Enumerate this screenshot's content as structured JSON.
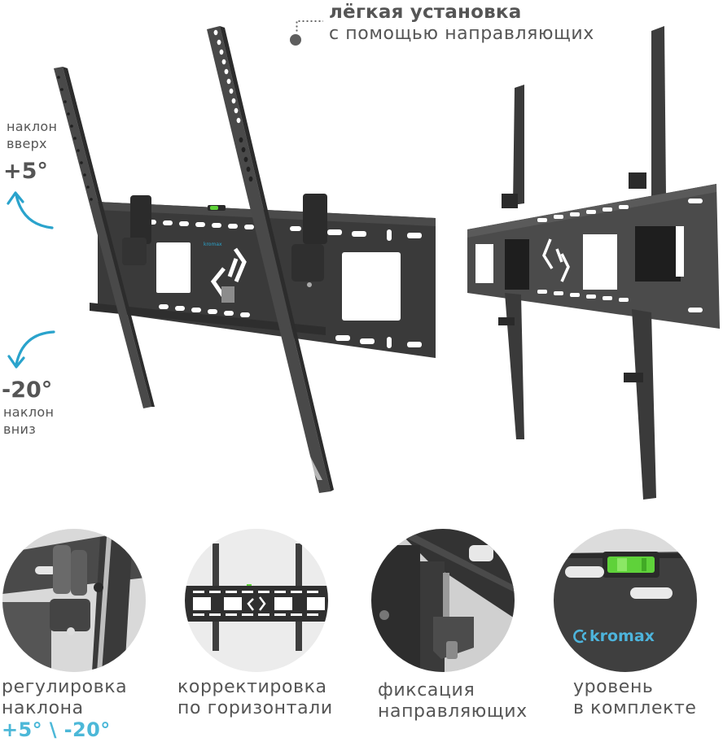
{
  "callout": {
    "title": "лёгкая установка",
    "subtitle": "с помощью направляющих"
  },
  "tilt_up": {
    "label_line1": "наклон",
    "label_line2": "вверх",
    "value": "+5°",
    "arrow_icon": "curved-arrow-up-icon"
  },
  "tilt_down": {
    "value": "-20°",
    "label_line1": "наклон",
    "label_line2": "вниз",
    "arrow_icon": "curved-arrow-down-icon"
  },
  "features": [
    {
      "line1": "регулировка",
      "line2": "наклона",
      "accent": "+5° \\ -20°"
    },
    {
      "line1": "корректировка",
      "line2": "по горизонтали"
    },
    {
      "line1": "фиксация",
      "line2": "направляющих"
    },
    {
      "line1": "уровень",
      "line2": "в комплекте"
    }
  ],
  "brand": {
    "name": "kromax"
  },
  "colors": {
    "accent": "#2aa3cc",
    "text": "#555555",
    "metal": "#3d3d3d",
    "level_green": "#5fd23a"
  }
}
